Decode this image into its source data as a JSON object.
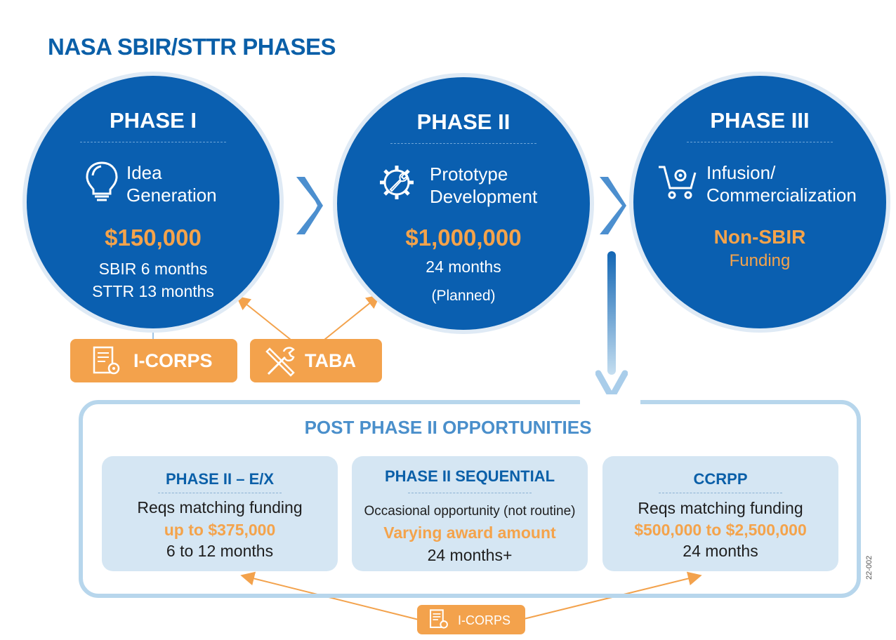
{
  "title": "NASA SBIR/STTR PHASES",
  "phases": [
    {
      "heading": "PHASE I",
      "label_line1": "Idea",
      "label_line2": "Generation",
      "amount": "$150,000",
      "detail_line1": "SBIR 6 months",
      "detail_line2": "STTR 13 months",
      "icon": "lightbulb-icon"
    },
    {
      "heading": "PHASE II",
      "label_line1": "Prototype",
      "label_line2": "Development",
      "amount": "$1,000,000",
      "detail_line1": "24 months",
      "detail_line2": "(Planned)",
      "icon": "gear-wrench-icon"
    },
    {
      "heading": "PHASE III",
      "label_line1": "Infusion/",
      "label_line2": "Commercialization",
      "amount": "Non-SBIR",
      "detail_line1": "Funding",
      "icon": "cart-gear-icon"
    }
  ],
  "tags": {
    "icorps_top": "I-CORPS",
    "taba": "TABA",
    "icorps_bottom": "I-CORPS"
  },
  "post": {
    "title": "POST PHASE II OPPORTUNITIES",
    "cards": [
      {
        "title": "PHASE II – E/X",
        "line1": "Reqs matching funding",
        "line2": "up to $375,000",
        "line3": "6 to 12 months"
      },
      {
        "title": "PHASE II SEQUENTIAL",
        "line1": "Occasional opportunity (not routine)",
        "line2": "Varying award amount",
        "line3": "24 months+"
      },
      {
        "title": "CCRPP",
        "line1": "Reqs matching funding",
        "line2": "$500,000 to $2,500,000",
        "line3": "24 months"
      }
    ]
  },
  "doc_code": "22-002",
  "colors": {
    "primary_blue": "#0a5fb0",
    "accent_orange": "#f3a24c",
    "light_blue": "#b7d6ec",
    "card_bg": "#d5e6f3"
  }
}
